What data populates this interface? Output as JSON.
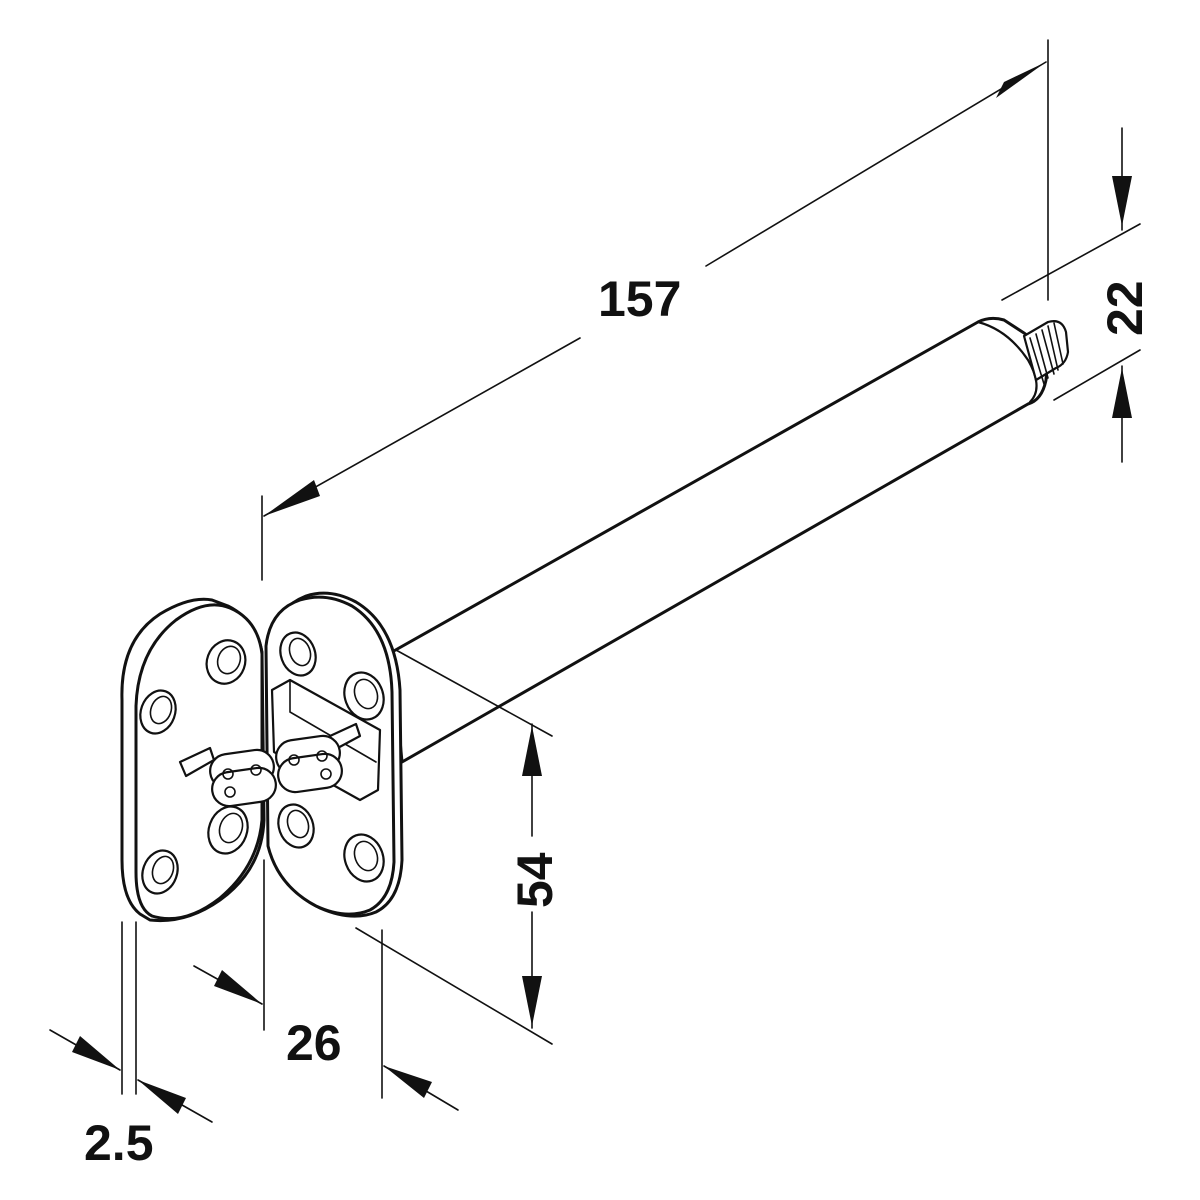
{
  "dimensions": {
    "length": "157",
    "thread_diameter": "22",
    "plate_height": "54",
    "plate_width": "26",
    "plate_thickness": "2.5"
  },
  "colors": {
    "line": "#111111",
    "background": "#ffffff"
  }
}
